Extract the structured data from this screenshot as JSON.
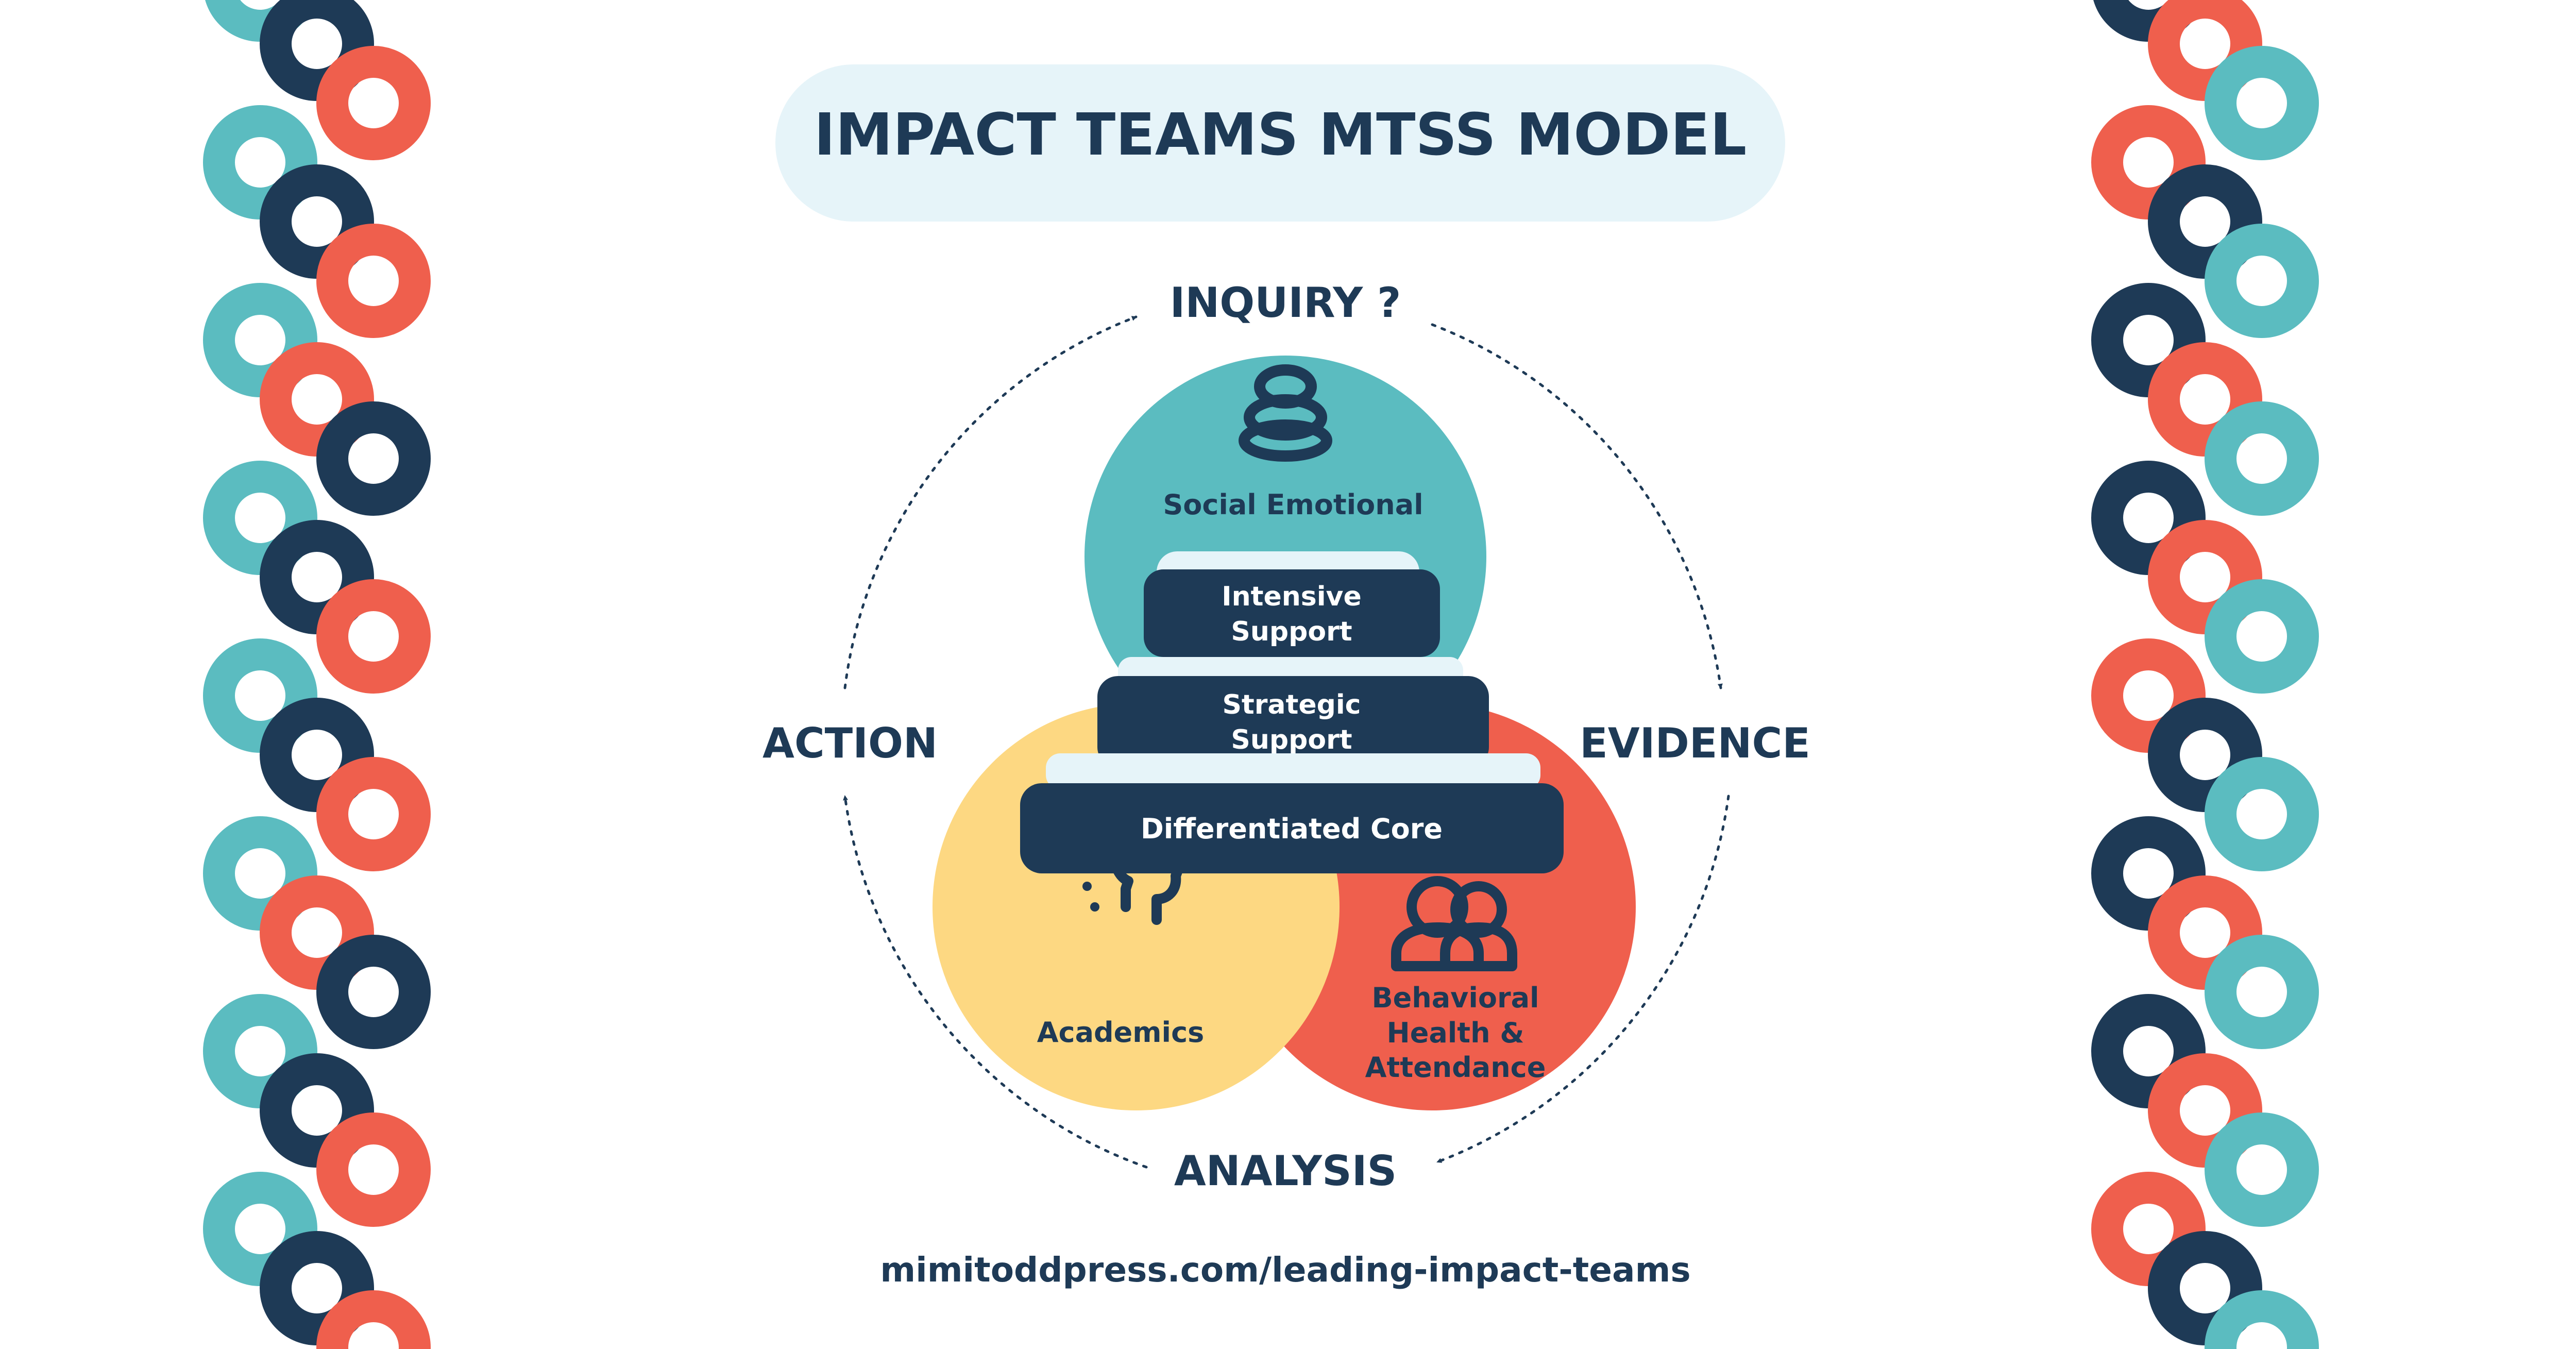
{
  "title": "IMPACT TEAMS MTSS MODEL",
  "cycle": {
    "top": "INQUIRY ?",
    "right": "EVIDENCE",
    "bottom": "ANALYSIS",
    "left": "ACTION"
  },
  "circles": {
    "top": "Social Emotional",
    "left": "Academics",
    "right_line1": "Behavioral",
    "right_line2": "Health &",
    "right_line3": "Attendance"
  },
  "tiers": {
    "intensive_line1": "Intensive",
    "intensive_line2": "Support",
    "strategic_line1": "Strategic",
    "strategic_line2": "Support",
    "core": "Differentiated Core"
  },
  "footer_url": "mimitoddpress.com/leading-impact-teams",
  "colors": {
    "navy": "#1e3a56",
    "teal": "#5bbcc0",
    "coral": "#ef5f4d",
    "yellow": "#fdd882",
    "pill_bg": "#e6f4f9",
    "tier_shadow": "#e6f4f9"
  },
  "icons": [
    "stones-icon",
    "head-profile-icon",
    "people-icon",
    "chain-rings-pattern"
  ]
}
